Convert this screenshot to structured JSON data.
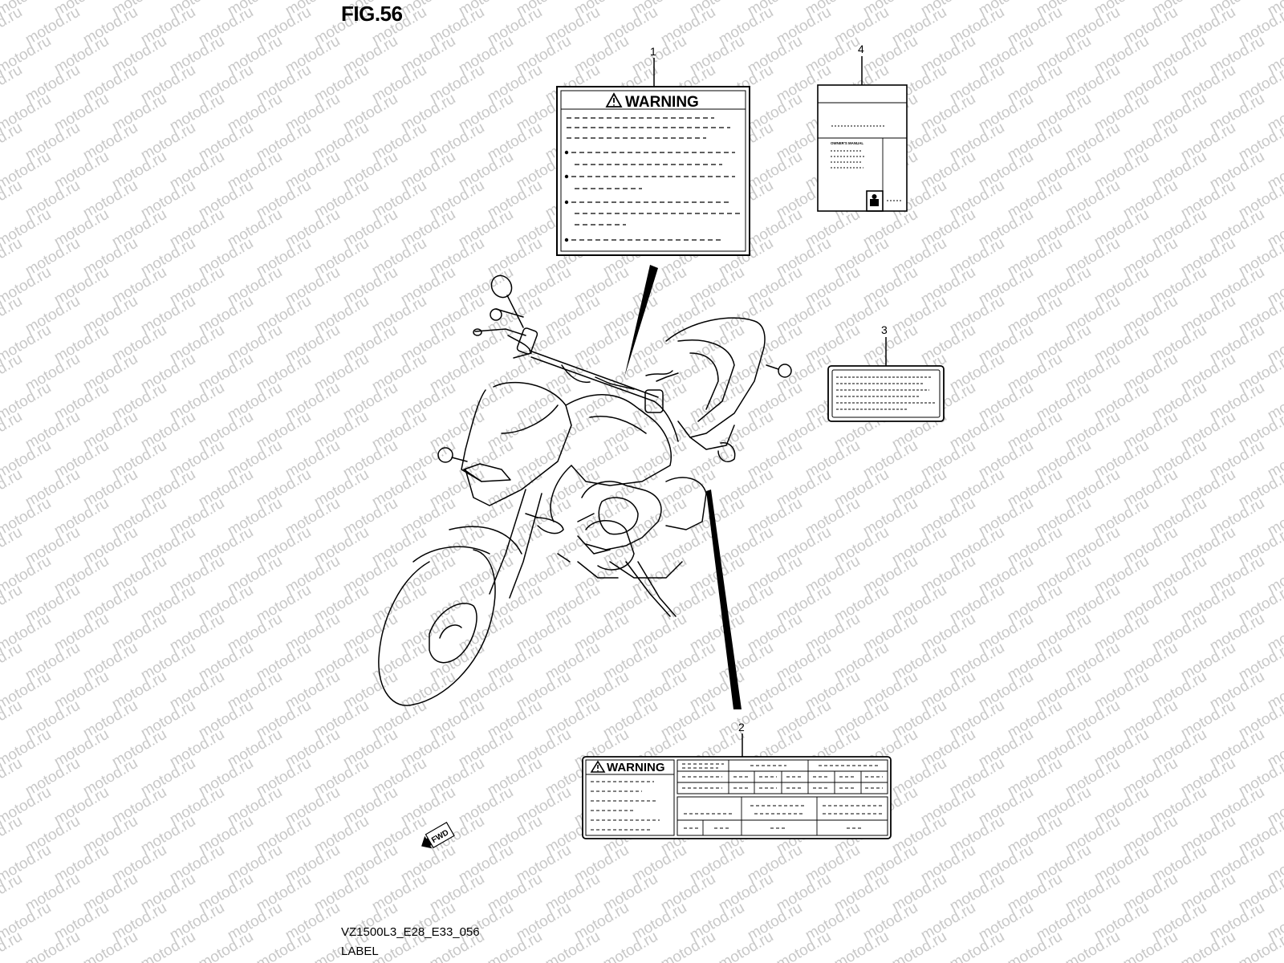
{
  "figure": {
    "title": "FIG.56"
  },
  "watermark": {
    "text": "motod.ru",
    "color": "#c8c8c8"
  },
  "callouts": {
    "c1": "1",
    "c2": "2",
    "c3": "3",
    "c4": "4"
  },
  "label_1": {
    "heading": "WARNING"
  },
  "label_2": {
    "heading": "WARNING"
  },
  "label_4": {
    "title": "OWNER'S MANUAL"
  },
  "direction_marker": {
    "text": "FWD"
  },
  "footer": {
    "code": "VZ1500L3_E28_E33_056",
    "caption": "LABEL"
  }
}
